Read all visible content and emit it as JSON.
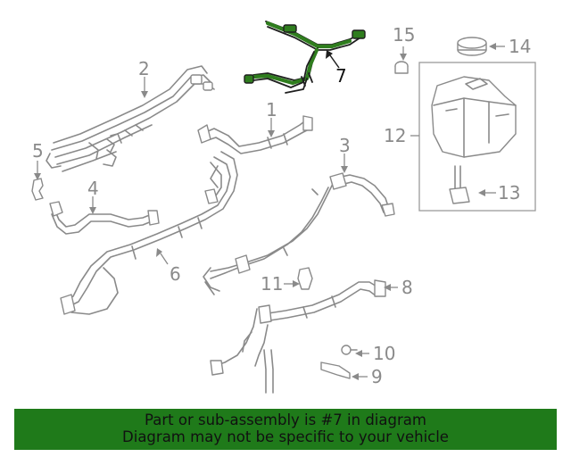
{
  "diagram": {
    "highlight_color": "#2f7d1e",
    "callouts": {
      "c1": "1",
      "c2": "2",
      "c3": "3",
      "c4": "4",
      "c5": "5",
      "c6": "6",
      "c7": "7",
      "c8": "8",
      "c9": "9",
      "c10": "10",
      "c11": "11",
      "c12": "12",
      "c13": "13",
      "c14": "14",
      "c15": "15"
    }
  },
  "banner": {
    "line1": "Part or sub-assembly is #7 in diagram",
    "line2": "Diagram may not be specific to your vehicle",
    "background": "#1f7a1a"
  }
}
